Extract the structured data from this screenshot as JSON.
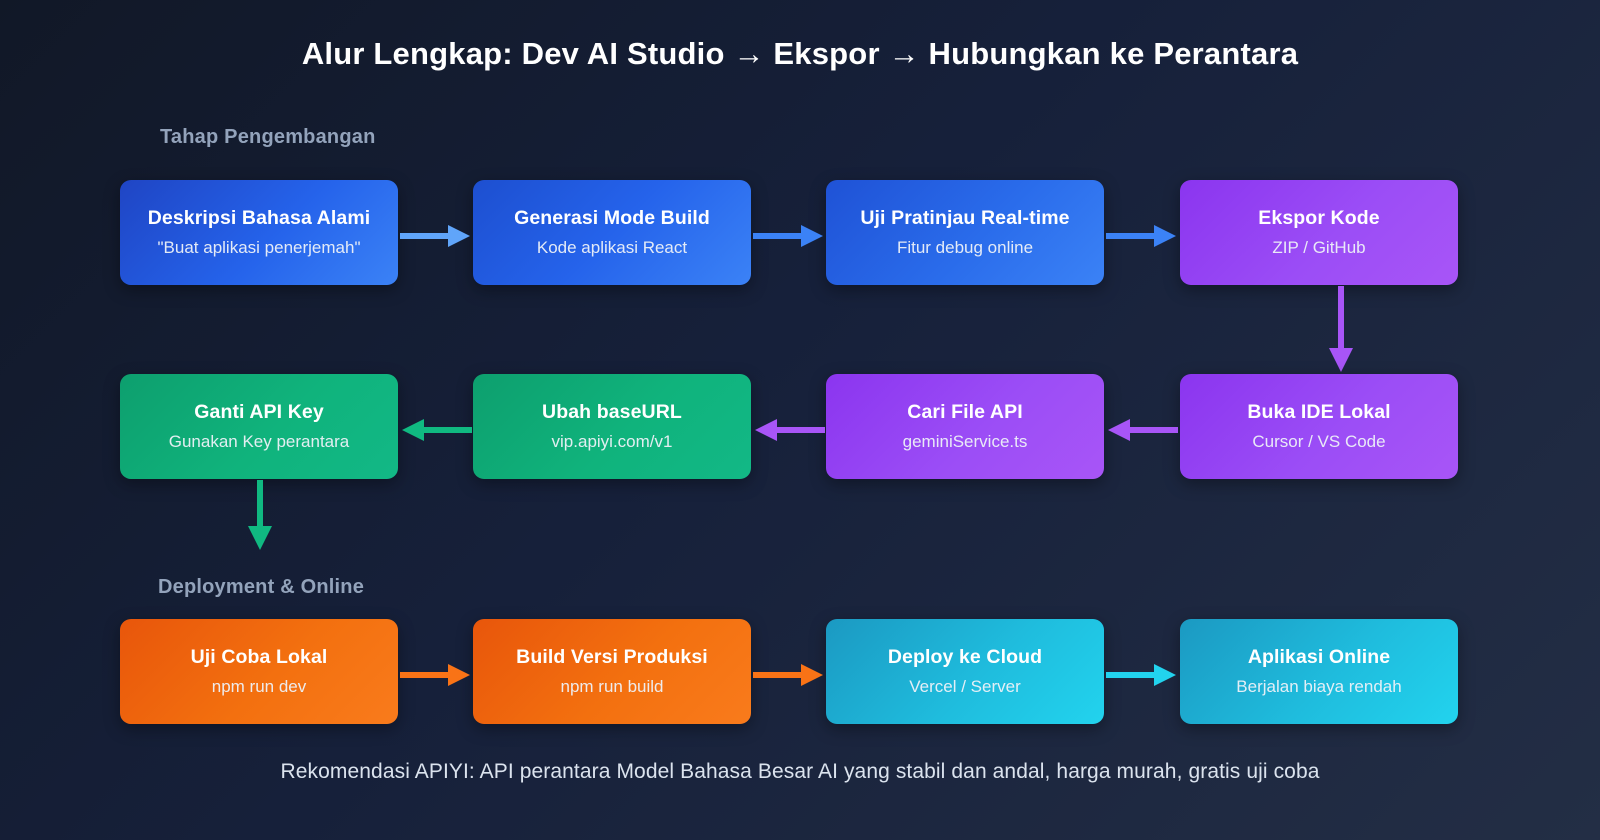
{
  "title": "Alur Lengkap: Dev AI Studio → Ekspor → Hubungkan ke Perantara",
  "sections": {
    "development": {
      "label": "Tahap Pengembangan"
    },
    "deployment": {
      "label": "Deployment & Online"
    }
  },
  "rows": {
    "row1": {
      "nodes": [
        {
          "title": "Deskripsi Bahasa Alami",
          "subtitle": "\"Buat aplikasi penerjemah\"",
          "color": "#2563eb"
        },
        {
          "title": "Generasi Mode Build",
          "subtitle": "Kode aplikasi React",
          "color": "#2563eb"
        },
        {
          "title": "Uji Pratinjau Real-time",
          "subtitle": "Fitur debug online",
          "color": "#2563eb"
        },
        {
          "title": "Ekspor Kode",
          "subtitle": "ZIP / GitHub",
          "color": "#a855f7"
        }
      ]
    },
    "row2": {
      "nodes": [
        {
          "title": "Ganti API Key",
          "subtitle": "Gunakan Key perantara",
          "color": "#10b981"
        },
        {
          "title": "Ubah baseURL",
          "subtitle": "vip.apiyi.com/v1",
          "color": "#10b981"
        },
        {
          "title": "Cari File API",
          "subtitle": "geminiService.ts",
          "color": "#a855f7"
        },
        {
          "title": "Buka IDE Lokal",
          "subtitle": "Cursor / VS Code",
          "color": "#a855f7"
        }
      ]
    },
    "row3": {
      "nodes": [
        {
          "title": "Uji Coba Lokal",
          "subtitle": "npm run dev",
          "color": "#f97316"
        },
        {
          "title": "Build Versi Produksi",
          "subtitle": "npm run build",
          "color": "#f97316"
        },
        {
          "title": "Deploy ke Cloud",
          "subtitle": "Vercel / Server",
          "color": "#22d3ee"
        },
        {
          "title": "Aplikasi Online",
          "subtitle": "Berjalan biaya rendah",
          "color": "#22d3ee"
        }
      ]
    }
  },
  "arrows": [
    {
      "name": "arrow-row1-1to2",
      "direction": "right",
      "color": "#60a5fa"
    },
    {
      "name": "arrow-row1-2to3",
      "direction": "right",
      "color": "#3b82f6"
    },
    {
      "name": "arrow-row1-3to4",
      "direction": "right",
      "color": "#3b82f6"
    },
    {
      "name": "arrow-ekspor-to-ide",
      "direction": "down",
      "color": "#a855f7"
    },
    {
      "name": "arrow-row2-ide-to-cari",
      "direction": "left",
      "color": "#a855f7"
    },
    {
      "name": "arrow-row2-cari-to-baseurl",
      "direction": "left",
      "color": "#a855f7"
    },
    {
      "name": "arrow-row2-baseurl-to-apikey",
      "direction": "left",
      "color": "#10b981"
    },
    {
      "name": "arrow-apikey-to-ujicoba",
      "direction": "down",
      "color": "#10b981"
    },
    {
      "name": "arrow-row3-1to2",
      "direction": "right",
      "color": "#f97316"
    },
    {
      "name": "arrow-row3-2to3",
      "direction": "right",
      "color": "#f97316"
    },
    {
      "name": "arrow-row3-3to4",
      "direction": "right",
      "color": "#22d3ee"
    }
  ],
  "footer": "Rekomendasi APIYI: API perantara Model Bahasa Besar AI yang stabil dan andal, harga murah, gratis uji coba",
  "background": {
    "from": "#111827",
    "to": "#232e45"
  }
}
